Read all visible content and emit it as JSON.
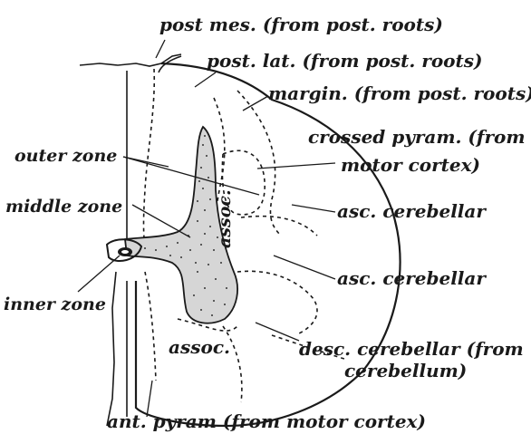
{
  "diagram": {
    "labels": {
      "post_mes": "post mes. (from post. roots)",
      "post_lat": "post. lat. (from post. roots)",
      "margin": "margin. (from post. roots)",
      "crossed_pyram_1": "crossed pyram. (from",
      "crossed_pyram_2": "motor cortex)",
      "outer_zone": "outer zone",
      "middle_zone": "middle zone",
      "assoc_vertical": "assoc.",
      "asc_cerebellar_upper": "asc. cerebellar",
      "asc_cerebellar_lower": "asc. cerebellar",
      "inner_zone": "inner zone",
      "assoc_lower": "assoc.",
      "desc_cerebellar_1": "desc. cerebellar (from",
      "desc_cerebellar_2": "cerebellum)",
      "ant_pyram": "ant. pyram (from motor cortex)"
    }
  }
}
